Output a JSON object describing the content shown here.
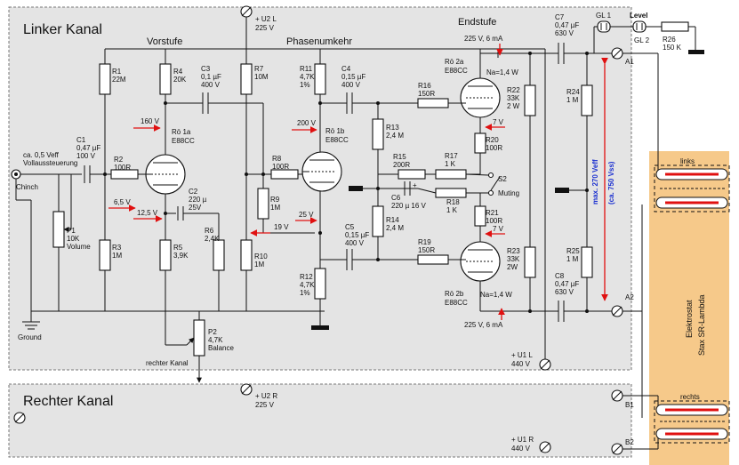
{
  "labels": {
    "linker_kanal": "Linker Kanal",
    "rechter_kanal": "Rechter Kanal",
    "vorstufe": "Vorstufe",
    "phasenumkehr": "Phasenumkehr",
    "endstufe": "Endstufe",
    "level": "Level",
    "u2l": "+ U2 L",
    "u2l_v": "225 V",
    "u2r": "+ U2 R",
    "u2r_v": "225 V",
    "u1l": "+ U1 L",
    "u1l_v": "440 V",
    "u1r": "+ U1 R",
    "u1r_v": "440 V",
    "a1": "A1",
    "a2": "A2",
    "b1": "B1",
    "b2": "B2",
    "input_level": "ca. 0,5 Veff",
    "input_level2": "Vollaussteuerung",
    "chinch": "Chinch",
    "ground": "Ground",
    "rechter_kanal_small": "rechter Kanal",
    "max_v1": "max. 270 Veff",
    "max_v2": "(ca. 750 Vss)",
    "elektrostat1": "Elektrostat",
    "elektrostat2": "Stax SR-Lambda",
    "links": "links",
    "rechts": "rechts",
    "s2": "S2",
    "muting": "Muting"
  },
  "components": {
    "r1": [
      "R1",
      "22M"
    ],
    "r2": [
      "R2",
      "100R"
    ],
    "r3": [
      "R3",
      "1M"
    ],
    "r4": [
      "R4",
      "20K"
    ],
    "r5": [
      "R5",
      "3,9K"
    ],
    "r6": [
      "R6",
      "2,4K"
    ],
    "r7": [
      "R7",
      "10M"
    ],
    "r8": [
      "R8",
      "100R"
    ],
    "r9": [
      "R9",
      "1M"
    ],
    "r10": [
      "R10",
      "1M"
    ],
    "r11": [
      "R11",
      "4,7K",
      "1%"
    ],
    "r12": [
      "R12",
      "4,7K",
      "1%"
    ],
    "r13": [
      "R13",
      "2,4 M"
    ],
    "r14": [
      "R14",
      "2,4 M"
    ],
    "r15": [
      "R15",
      "200R"
    ],
    "r16": [
      "R16",
      "150R"
    ],
    "r17": [
      "R17",
      "1 K"
    ],
    "r18": [
      "R18",
      "1 K"
    ],
    "r19": [
      "R19",
      "150R"
    ],
    "r20": [
      "R20",
      "100R"
    ],
    "r21": [
      "R21",
      "100R"
    ],
    "r22": [
      "R22",
      "33K",
      "2 W"
    ],
    "r23": [
      "R23",
      "33K",
      "2W"
    ],
    "r24": [
      "R24",
      "1 M"
    ],
    "r25": [
      "R25",
      "1 M"
    ],
    "r26": [
      "R26",
      "150 K"
    ],
    "c1": [
      "C1",
      "0,47 µF",
      "100 V"
    ],
    "c2": [
      "C2",
      "220 µ",
      "25V"
    ],
    "c3": [
      "C3",
      "0,1 µF",
      "400 V"
    ],
    "c4": [
      "C4",
      "0,15 µF",
      "400 V"
    ],
    "c5": [
      "C5",
      "0,15 µF",
      "400 V"
    ],
    "c6": [
      "C6",
      "220 µ 16 V"
    ],
    "c7": [
      "C7",
      "0,47 µF",
      "630 V"
    ],
    "c8": [
      "C8",
      "0,47 µF",
      "630 V"
    ],
    "p1": [
      "P1",
      "10K",
      "Volume"
    ],
    "p2": [
      "P2",
      "4,7K",
      "Balance"
    ],
    "gl1": "GL 1",
    "gl2": "GL 2",
    "tube1a": [
      "Rö 1a",
      "E88CC"
    ],
    "tube1b": [
      "Rö 1b",
      "E88CC"
    ],
    "tube2a": [
      "Rö 2a",
      "E88CC"
    ],
    "tube2b": [
      "Rö 2b",
      "E88CC"
    ],
    "na1": "Na=1,4 W",
    "na2": "Na=1,4 W"
  },
  "voltages": {
    "v160": "160 V",
    "v200": "200 V",
    "v6_5": "6,5 V",
    "v12_5": "12,5 V",
    "v25": "25 V",
    "v19": "19 V",
    "v7a": "7 V",
    "v7b": "7 V",
    "v225_6a": "225 V, 6 mA",
    "v225_6b": "225 V, 6 mA"
  },
  "colors": {
    "panel": "#e4e4e4",
    "stator": "#f6c98a",
    "arrow_red": "#e01010",
    "blue_text": "#1a2fd0"
  }
}
